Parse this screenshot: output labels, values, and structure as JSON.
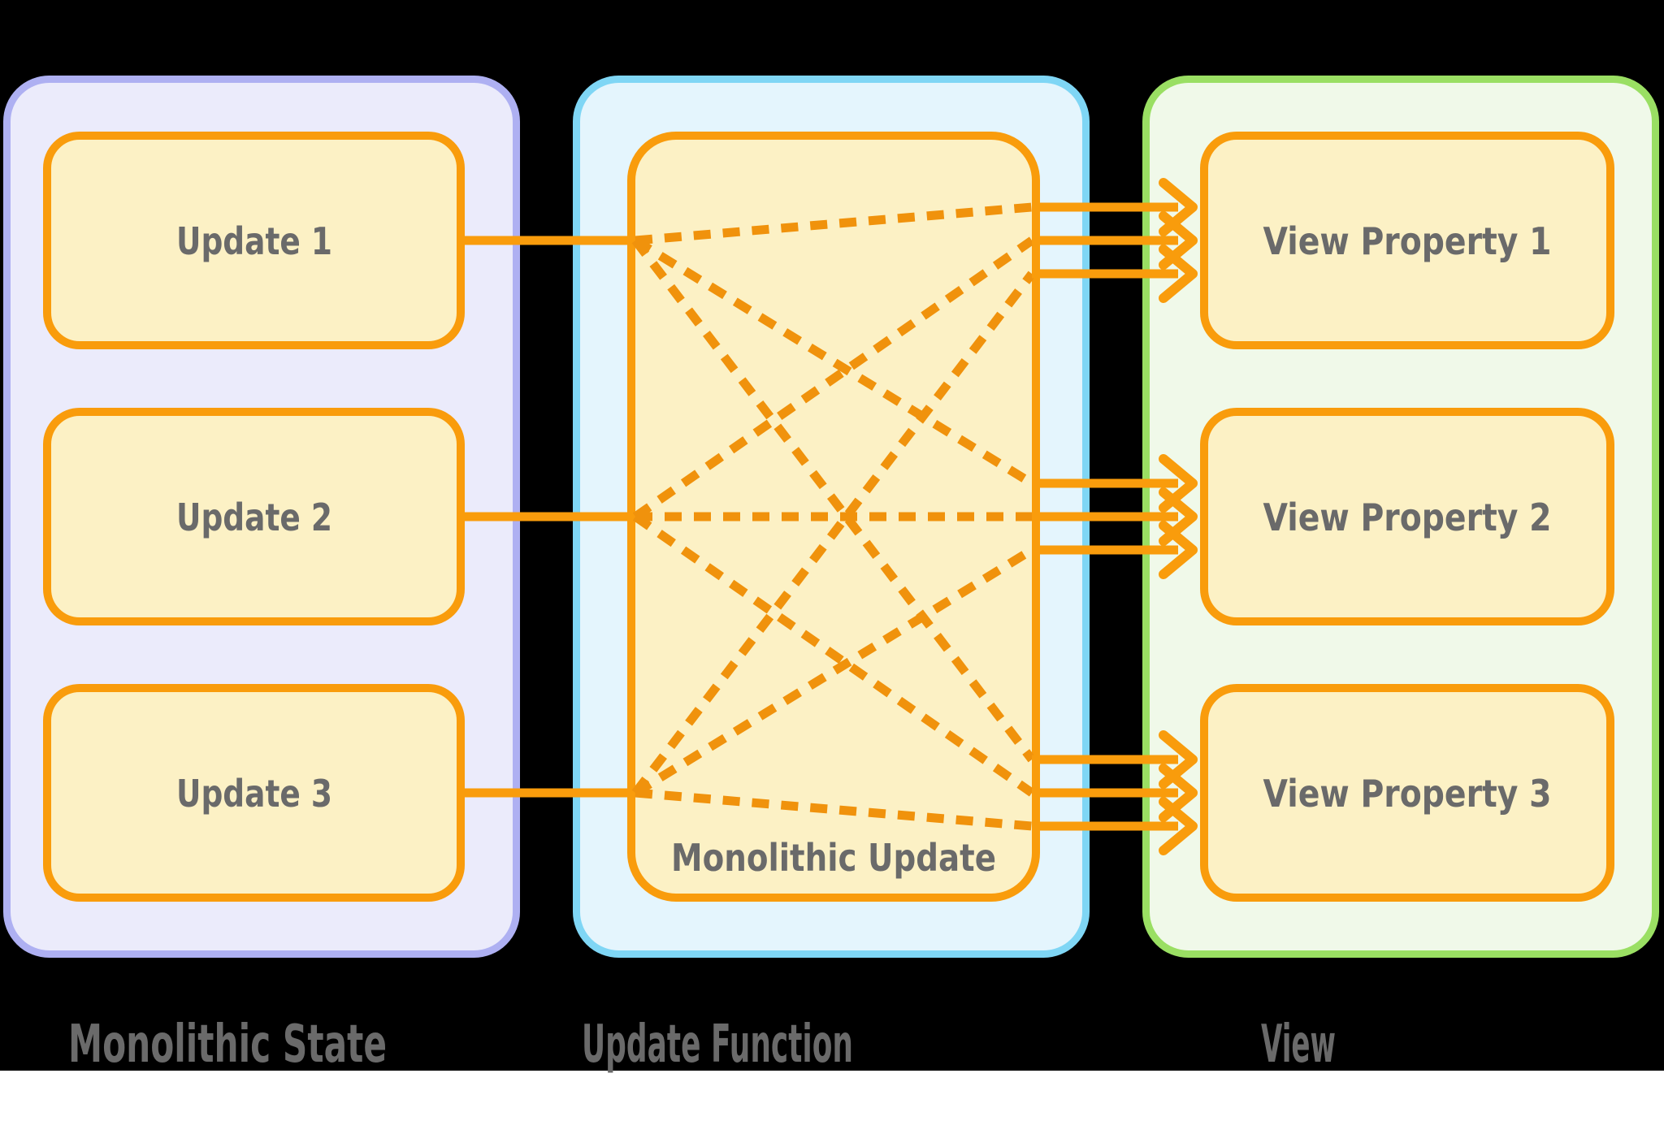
{
  "background": {
    "canvas": "#000000",
    "footer_strip": "#FFFFFF"
  },
  "colors": {
    "orange_solid": "#F99C0C",
    "orange_dash": "#F0920C",
    "inner_box_fill": "#FCF1C5",
    "state_panel_fill": "#EBEBFB",
    "state_panel_border": "#AEB0F2",
    "update_panel_fill": "#E4F5FD",
    "update_panel_border": "#7FD6F5",
    "view_panel_fill": "#F0F9E9",
    "view_panel_border": "#9ADF63",
    "label_text": "#6A6A6A"
  },
  "state_panel": {
    "label": "Monolithic State",
    "boxes": [
      {
        "label": "Update 1"
      },
      {
        "label": "Update 2"
      },
      {
        "label": "Update 3"
      }
    ]
  },
  "update_panel": {
    "label": "Update Function",
    "box": {
      "label": "Monolithic Update"
    }
  },
  "view_panel": {
    "label": "View",
    "boxes": [
      {
        "label": "View Property 1"
      },
      {
        "label": "View Property 2"
      },
      {
        "label": "View Property 3"
      }
    ]
  }
}
